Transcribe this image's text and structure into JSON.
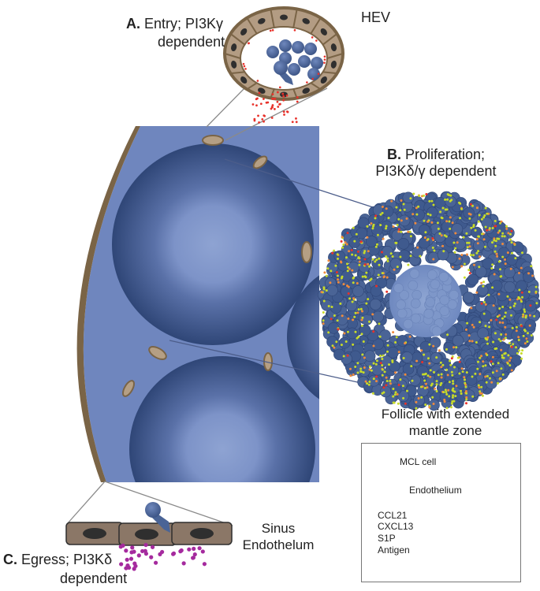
{
  "labels": {
    "entry_letter": "A.",
    "entry_text": "Entry; PI3Kγ",
    "entry_text2": "dependent",
    "hev": "HEV",
    "prolif_letter": "B.",
    "prolif_text": "Proliferation;",
    "prolif_text2": "PI3Kδ/γ dependent",
    "follicle_line1": "Follicle with extended",
    "follicle_line2": "mantle zone",
    "sinus_line1": "Sinus",
    "sinus_line2": "Endothelum",
    "egress_letter": "C.",
    "egress_text": "Egress; PI3Kδ",
    "egress_text2": "dependent"
  },
  "legend": {
    "mcl_cell": "MCL cell",
    "endothelium": "Endothelium",
    "ccl21": "CCL21",
    "cxcl13": "CXCL13",
    "s1p": "S1P",
    "antigen": "Antigen"
  },
  "colors": {
    "node_blue": "#6f86be",
    "follicle_dark": "#38507f",
    "mcl_cell": "#4a6496",
    "endothelium": "#8b7767",
    "capsule": "#7a6446",
    "nucleus": "#2f2f2f",
    "ccl21": "#e8312a",
    "cxcl13": "#f08a3c",
    "s1p": "#a52a9e",
    "antigen": "#c8dc28"
  }
}
